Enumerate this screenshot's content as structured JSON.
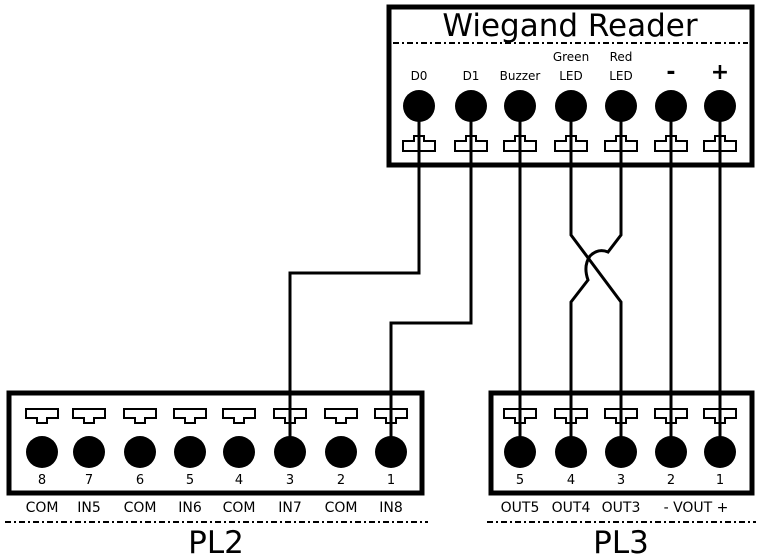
{
  "reader": {
    "title": "Wiegand Reader",
    "pins": [
      {
        "id": "d0",
        "line1": "",
        "line2": "D0"
      },
      {
        "id": "d1",
        "line1": "",
        "line2": "D1"
      },
      {
        "id": "buzzer",
        "line1": "",
        "line2": "Buzzer"
      },
      {
        "id": "green-led",
        "line1": "Green",
        "line2": "LED"
      },
      {
        "id": "red-led",
        "line1": "Red",
        "line2": "LED"
      },
      {
        "id": "minus",
        "line1": "",
        "line2": "-"
      },
      {
        "id": "plus",
        "line1": "",
        "line2": "+"
      }
    ]
  },
  "pl2": {
    "name": "PL2",
    "terminals": [
      {
        "num": "8",
        "label": "COM"
      },
      {
        "num": "7",
        "label": "IN5"
      },
      {
        "num": "6",
        "label": "COM"
      },
      {
        "num": "5",
        "label": "IN6"
      },
      {
        "num": "4",
        "label": "COM"
      },
      {
        "num": "3",
        "label": "IN7"
      },
      {
        "num": "2",
        "label": "COM"
      },
      {
        "num": "1",
        "label": "IN8"
      }
    ]
  },
  "pl3": {
    "name": "PL3",
    "terminals": [
      {
        "num": "5",
        "label": "OUT5"
      },
      {
        "num": "4",
        "label": "OUT4"
      },
      {
        "num": "3",
        "label": "OUT3"
      },
      {
        "num": "2",
        "label": ""
      },
      {
        "num": "1",
        "label": ""
      }
    ],
    "vout_label": "- VOUT +"
  },
  "connections": [
    {
      "from": "Wiegand Reader D0",
      "to": "PL2 3 (IN7)"
    },
    {
      "from": "Wiegand Reader D1",
      "to": "PL2 1 (IN8)"
    },
    {
      "from": "Wiegand Reader Buzzer",
      "to": "PL3 5 (OUT5)"
    },
    {
      "from": "Wiegand Reader Green LED",
      "to": "PL3 3 (OUT3)"
    },
    {
      "from": "Wiegand Reader Red LED",
      "to": "PL3 4 (OUT4)"
    },
    {
      "from": "Wiegand Reader -",
      "to": "PL3 2 (- VOUT)"
    },
    {
      "from": "Wiegand Reader +",
      "to": "PL3 1 (VOUT +)"
    }
  ]
}
